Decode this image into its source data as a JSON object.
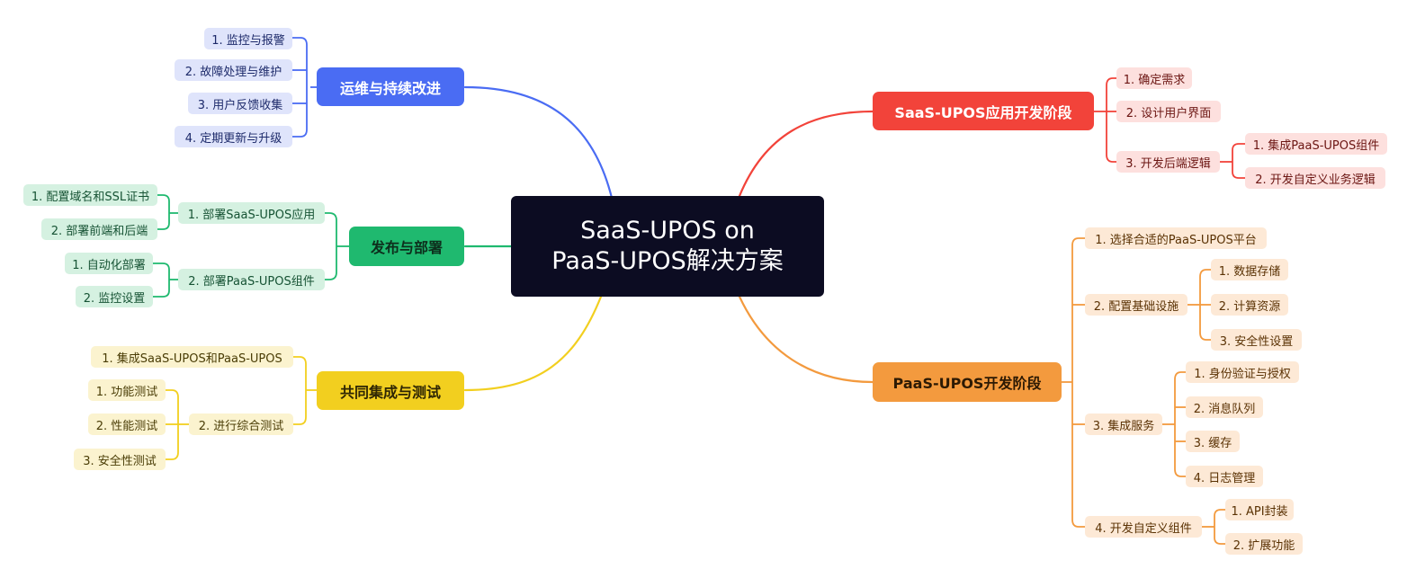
{
  "root": {
    "line1": "SaaS-UPOS on",
    "line2": "PaaS-UPOS解决方案"
  },
  "colors": {
    "blue": "#4a6cf3",
    "green": "#1fb96f",
    "yellow": "#f2cf1f",
    "red": "#f2433a",
    "orange": "#f39a3e",
    "root_bg": "#0c0c22"
  },
  "branches": {
    "ops": {
      "label": "运维与持续改进",
      "items": [
        "1. 监控与报警",
        "2. 故障处理与维护",
        "3. 用户反馈收集",
        "4. 定期更新与升级"
      ]
    },
    "deploy": {
      "label": "发布与部署",
      "saas": {
        "label": "1. 部署SaaS-UPOS应用",
        "items": [
          "1. 配置域名和SSL证书",
          "2. 部署前端和后端"
        ]
      },
      "paas": {
        "label": "2. 部署PaaS-UPOS组件",
        "items": [
          "1. 自动化部署",
          "2. 监控设置"
        ]
      }
    },
    "integration": {
      "label": "共同集成与测试",
      "integrate": "1. 集成SaaS-UPOS和PaaS-UPOS",
      "test": {
        "label": "2. 进行综合测试",
        "items": [
          "1. 功能测试",
          "2. 性能测试",
          "3. 安全性测试"
        ]
      }
    },
    "saas_dev": {
      "label": "SaaS-UPOS应用开发阶段",
      "requirements": "1. 确定需求",
      "ui": "2. 设计用户界面",
      "backend": {
        "label": "3. 开发后端逻辑",
        "items": [
          "1. 集成PaaS-UPOS组件",
          "2. 开发自定义业务逻辑"
        ]
      }
    },
    "paas_dev": {
      "label": "PaaS-UPOS开发阶段",
      "platform": "1. 选择合适的PaaS-UPOS平台",
      "infra": {
        "label": "2. 配置基础设施",
        "items": [
          "1. 数据存储",
          "2. 计算资源",
          "3. 安全性设置"
        ]
      },
      "services": {
        "label": "3. 集成服务",
        "items": [
          "1. 身份验证与授权",
          "2. 消息队列",
          "3. 缓存",
          "4. 日志管理"
        ]
      },
      "components": {
        "label": "4. 开发自定义组件",
        "items": [
          "1. API封装",
          "2. 扩展功能"
        ]
      }
    }
  }
}
